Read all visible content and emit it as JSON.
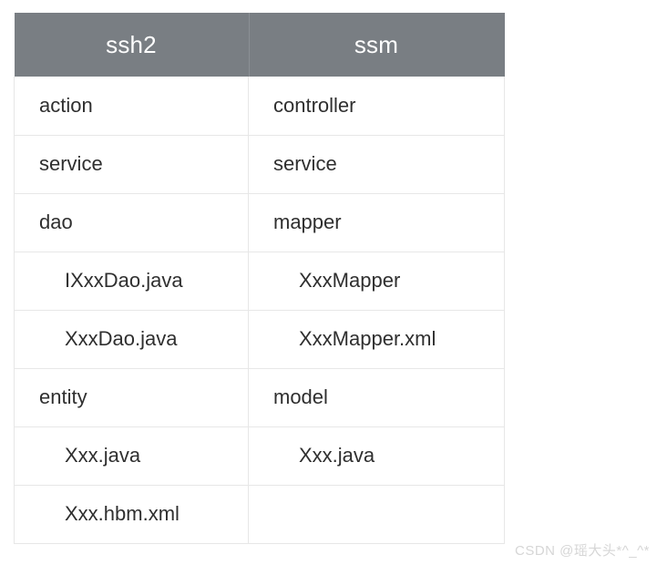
{
  "table": {
    "columns": [
      {
        "key": "ssh2",
        "label": "ssh2"
      },
      {
        "key": "ssm",
        "label": "ssm"
      }
    ],
    "rows": [
      {
        "left": "action",
        "left_indent": false,
        "right": "controller",
        "right_indent": false
      },
      {
        "left": "service",
        "left_indent": false,
        "right": "service",
        "right_indent": false
      },
      {
        "left": "dao",
        "left_indent": false,
        "right": "mapper",
        "right_indent": false
      },
      {
        "left": "IXxxDao.java",
        "left_indent": true,
        "right": "XxxMapper",
        "right_indent": true
      },
      {
        "left": "XxxDao.java",
        "left_indent": true,
        "right": "XxxMapper.xml",
        "right_indent": true
      },
      {
        "left": "entity",
        "left_indent": false,
        "right": "model",
        "right_indent": false
      },
      {
        "left": "Xxx.java",
        "left_indent": true,
        "right": "Xxx.java",
        "right_indent": true
      },
      {
        "left": "Xxx.hbm.xml",
        "left_indent": true,
        "right": "",
        "right_indent": false
      }
    ]
  },
  "watermark": {
    "text": "CSDN @瑶大头*^_^*"
  },
  "colors": {
    "header_background": "#797e83",
    "header_text": "#ffffff",
    "cell_text": "#2f2f2f",
    "border": "#e7e7e7",
    "page_background": "#ffffff",
    "watermark_text": "#d6d6d6"
  }
}
